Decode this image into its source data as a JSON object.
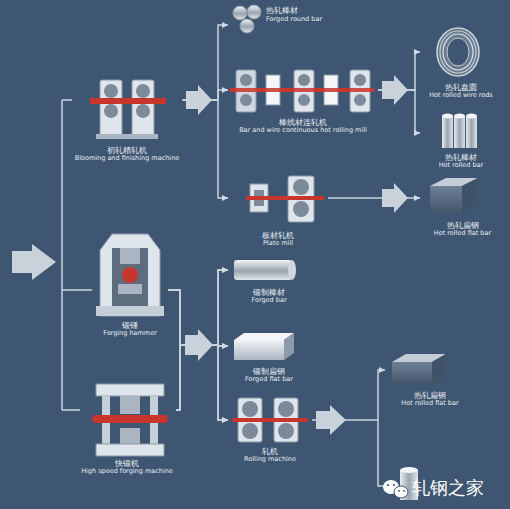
{
  "diagram": {
    "nodes": [
      {
        "text": [
          "初轧精轧机",
          "Blooming and finishing machine"
        ]
      },
      {
        "text": [
          "热轧棒材",
          "Forged round bar"
        ]
      },
      {
        "text": [
          "棒线材连轧机",
          "Bar and wire continuous hot rolling mill"
        ]
      },
      {
        "text": [
          "热轧盘圆",
          "Hot rolled wire rods"
        ]
      },
      {
        "text": [
          "热轧棒材",
          "Hot rolled bar"
        ]
      },
      {
        "text": [
          "板材轧机",
          "Plate mill"
        ]
      },
      {
        "text": [
          "热轧扁钢",
          "Hot rolled flat bar"
        ]
      },
      {
        "text": [
          "锻锤",
          "Forging hammer"
        ]
      },
      {
        "text": [
          "快锻机",
          "High speed forging machine"
        ]
      },
      {
        "text": [
          "锻制棒材",
          "Forged bar"
        ]
      },
      {
        "text": [
          "锻制扁钢",
          "Forged flat bar"
        ]
      },
      {
        "text": [
          "轧机",
          "Rolling machine"
        ]
      },
      {
        "text": [
          "热轧扁钢",
          "Hot rolled flat bar"
        ]
      }
    ],
    "edges": [
      {
        "from": 0,
        "to": 1,
        "arrow": "to"
      },
      {
        "from": 0,
        "to": 2,
        "arrow": "to"
      },
      {
        "from": 0,
        "to": 5,
        "arrow": "to"
      },
      {
        "from": 2,
        "to": 3,
        "arrow": "to"
      },
      {
        "from": 2,
        "to": 4,
        "arrow": "to"
      },
      {
        "from": 5,
        "to": 6,
        "arrow": "to"
      },
      {
        "from": 7,
        "to": 9,
        "arrow": "to"
      },
      {
        "from": 7,
        "to": 10,
        "arrow": "to"
      },
      {
        "from": 7,
        "to": 11,
        "arrow": "to"
      },
      {
        "from": 8,
        "to": 9,
        "arrow": "to"
      },
      {
        "from": 8,
        "to": 10,
        "arrow": "to"
      },
      {
        "from": 8,
        "to": 11,
        "arrow": "to"
      },
      {
        "from": 11,
        "to": 12,
        "arrow": "to"
      }
    ],
    "labels": [
      "轧钢之家"
    ]
  }
}
